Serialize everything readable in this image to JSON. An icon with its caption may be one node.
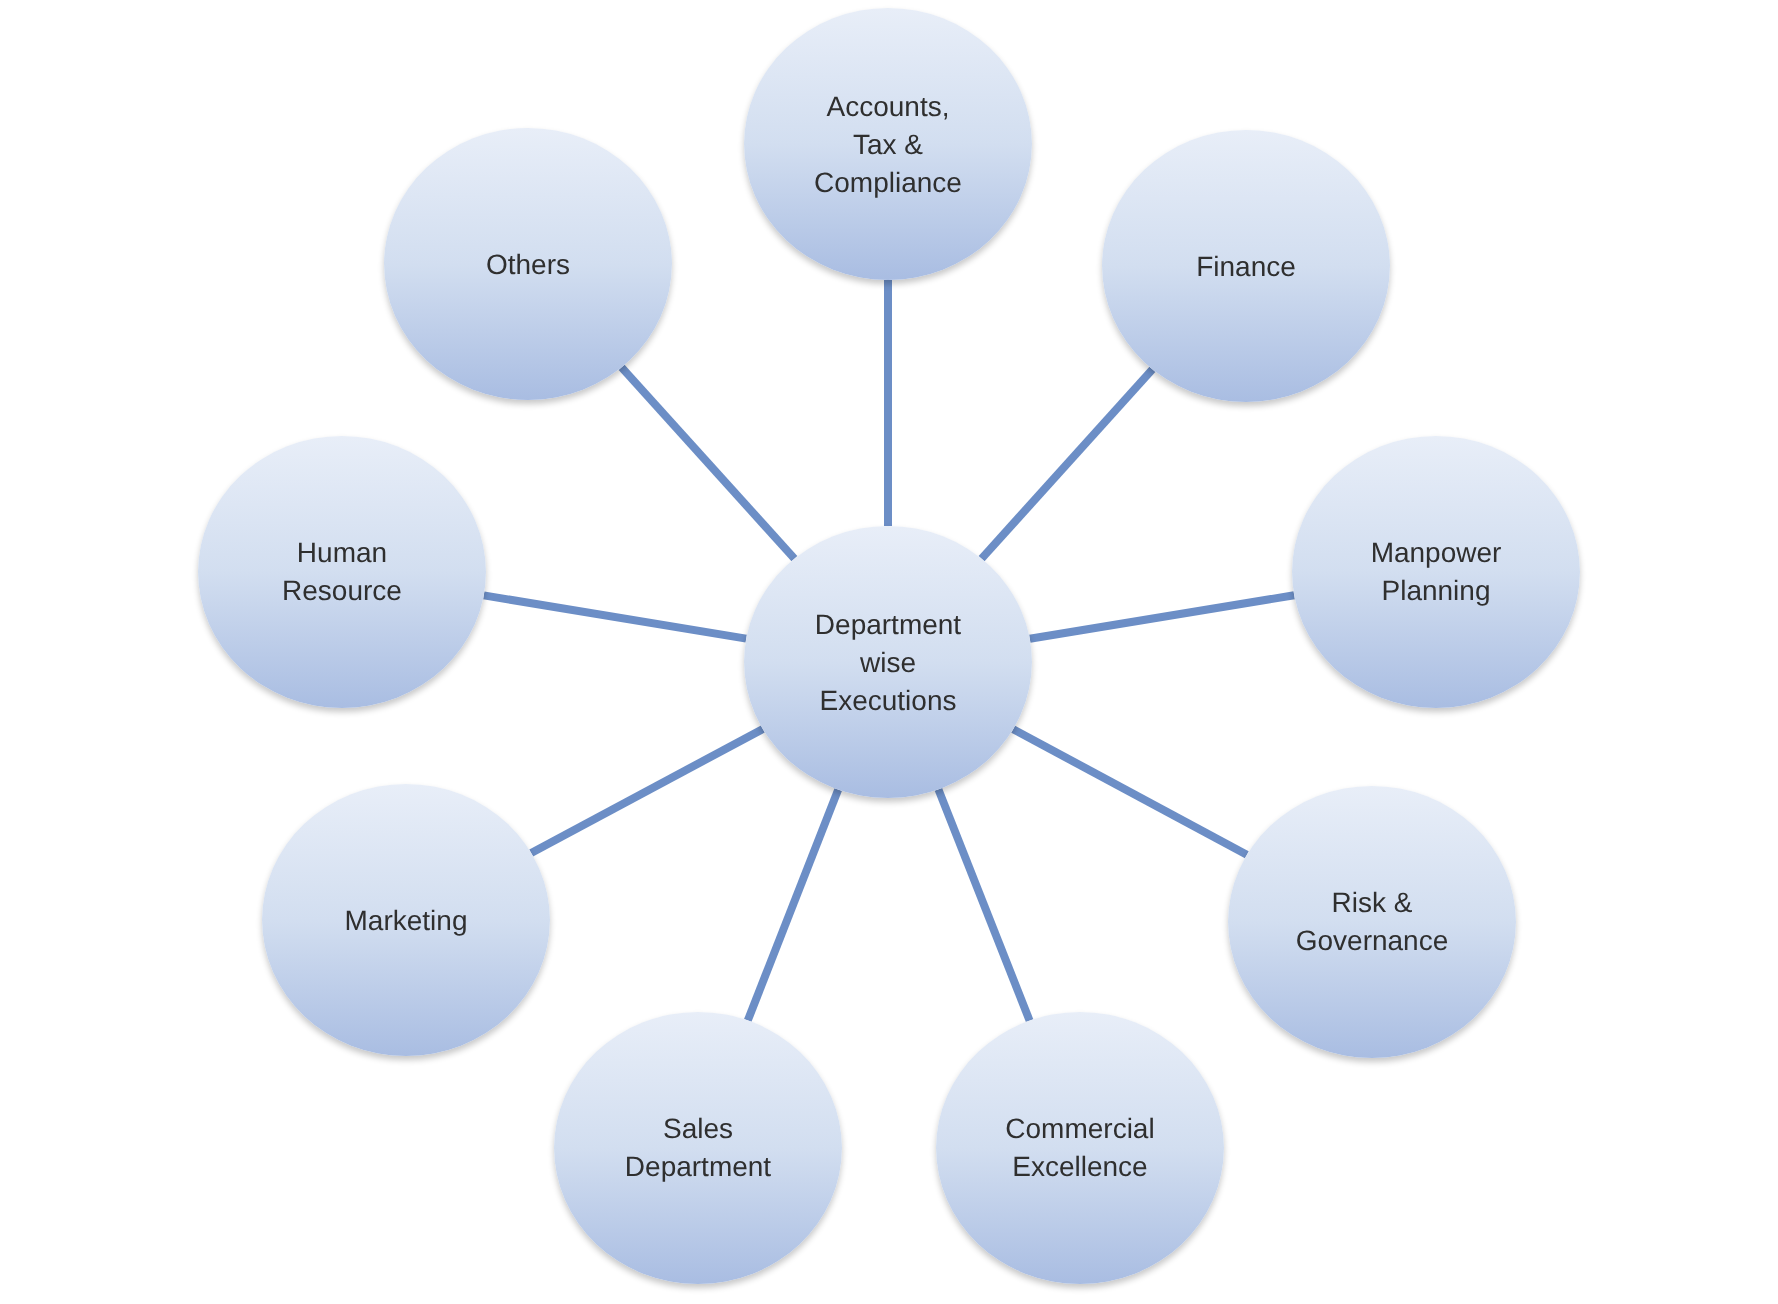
{
  "diagram": {
    "nodes": [
      {
        "text": [
          "Accounts, Tax & Compliance"
        ]
      },
      {
        "text": [
          "Others"
        ]
      },
      {
        "text": [
          "Finance"
        ]
      },
      {
        "text": [
          "Human Resource"
        ]
      },
      {
        "text": [
          "Manpower Planning"
        ]
      },
      {
        "text": [
          "Department wise Executions"
        ]
      },
      {
        "text": [
          "Marketing"
        ]
      },
      {
        "text": [
          "Risk & Governance"
        ]
      },
      {
        "text": [
          "Sales Department"
        ]
      },
      {
        "text": [
          "Commercial Excellence"
        ]
      }
    ],
    "edges": [
      {
        "from": 5,
        "to": 0,
        "arrow": "none"
      },
      {
        "from": 5,
        "to": 1,
        "arrow": "none"
      },
      {
        "from": 5,
        "to": 2,
        "arrow": "none"
      },
      {
        "from": 5,
        "to": 3,
        "arrow": "none"
      },
      {
        "from": 5,
        "to": 4,
        "arrow": "none"
      },
      {
        "from": 5,
        "to": 6,
        "arrow": "none"
      },
      {
        "from": 5,
        "to": 7,
        "arrow": "none"
      },
      {
        "from": 5,
        "to": 8,
        "arrow": "none"
      },
      {
        "from": 5,
        "to": 9,
        "arrow": "none"
      }
    ]
  }
}
